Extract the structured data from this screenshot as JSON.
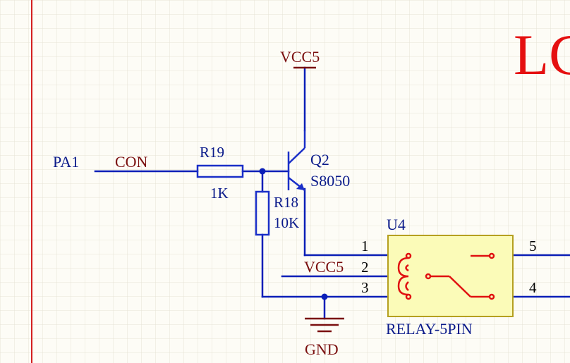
{
  "sheet": {
    "title_fragment": "LC",
    "colors": {
      "background": "#fdfcf6",
      "grid": "#e6e3d6",
      "wire": "#0b1fb8",
      "component_body": "#1a2fc8",
      "power_label": "#7a0f0f",
      "net_label": "#7a0f0f",
      "designator": "#0a1a8a",
      "relay_fill": "#fbfbb8",
      "relay_border": "#b5a020",
      "relay_symbol": "#e01010",
      "border_line": "#d42020",
      "title_text": "#e51010"
    }
  },
  "power": {
    "vcc_top": "VCC5",
    "vcc_relay": "VCC5",
    "gnd": "GND"
  },
  "nets": {
    "pa1": "PA1",
    "con": "CON"
  },
  "components": {
    "r19": {
      "designator": "R19",
      "value": "1K"
    },
    "r18": {
      "designator": "R18",
      "value": "10K"
    },
    "q2": {
      "designator": "Q2",
      "value": "S8050"
    },
    "u4": {
      "designator": "U4",
      "value": "RELAY-5PIN",
      "pins": [
        "1",
        "2",
        "3",
        "4",
        "5"
      ]
    }
  }
}
